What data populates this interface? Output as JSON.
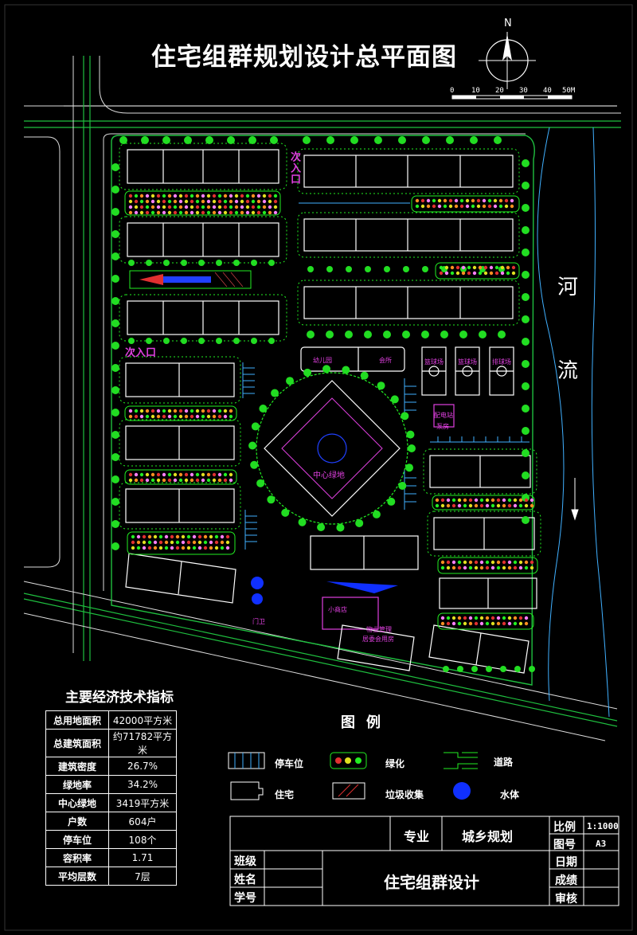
{
  "title": "住宅组群规划设计总平面图",
  "north_label": "N",
  "scale_bar": {
    "ticks": [
      "0",
      "10",
      "20",
      "30",
      "40",
      "50M"
    ]
  },
  "river_label": [
    "河",
    "流"
  ],
  "entrances": {
    "top": "次入口",
    "left": "次入口"
  },
  "site_labels": {
    "kindergarten": "幼儿园",
    "clubhouse": "会所",
    "court1": "篮球场",
    "court2": "篮球场",
    "court3": "排球场",
    "substation": "配电站",
    "water_pump": "泵房",
    "center_green": "中心绿地",
    "shop": "小商店",
    "property_mgmt": "物业管理",
    "residents_center": "居委会用房",
    "guard": "门卫"
  },
  "econ_table": {
    "title": "主要经济技术指标",
    "rows": [
      {
        "label": "总用地面积",
        "value": "42000平方米"
      },
      {
        "label": "总建筑面积",
        "value": "约71782平方米"
      },
      {
        "label": "建筑密度",
        "value": "26.7%"
      },
      {
        "label": "绿地率",
        "value": "34.2%"
      },
      {
        "label": "中心绿地",
        "value": "3419平方米"
      },
      {
        "label": "户数",
        "value": "604户"
      },
      {
        "label": "停车位",
        "value": "108个"
      },
      {
        "label": "容积率",
        "value": "1.71"
      },
      {
        "label": "平均层数",
        "value": "7层"
      }
    ]
  },
  "legend": {
    "title": "图例",
    "items": [
      {
        "label": "停车位",
        "icon": "parking-icon"
      },
      {
        "label": "绿化",
        "icon": "greenery-icon"
      },
      {
        "label": "道路",
        "icon": "road-icon"
      },
      {
        "label": "住宅",
        "icon": "housing-icon"
      },
      {
        "label": "垃圾收集",
        "icon": "garbage-icon"
      },
      {
        "label": "水体",
        "icon": "water-icon"
      }
    ]
  },
  "title_block": {
    "major_label": "专业",
    "major_value": "城乡规划",
    "scale_label": "比例",
    "scale_value": "1:1000",
    "drawing_no_label": "图号",
    "drawing_no_value": "A3",
    "class_label": "班级",
    "name_label": "姓名",
    "student_id_label": "学号",
    "project_name": "住宅组群设计",
    "date_label": "日期",
    "grade_label": "成绩",
    "review_label": "审核"
  },
  "colors": {
    "background": "#000000",
    "lines": "#ffffff",
    "road": "#1fbf3f",
    "greenery": "#22ee22",
    "label_pink": "#e040e0",
    "river": "#40b0ff",
    "water_body": "#1030ff"
  }
}
